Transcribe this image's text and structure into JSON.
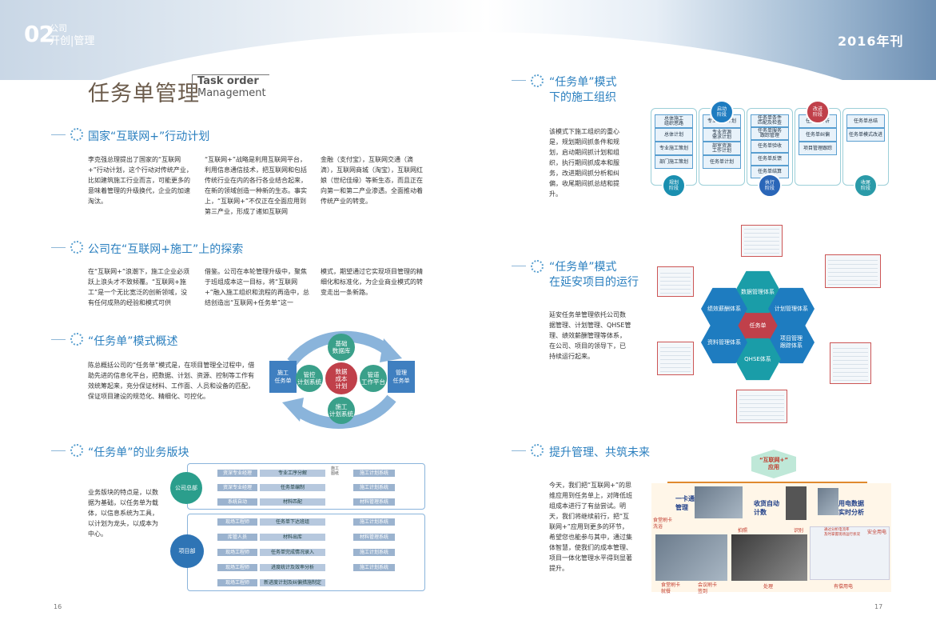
{
  "header": {
    "issue_num": "02",
    "company_line1": "公司",
    "company_line2": "开创|管理",
    "year": "2016年刊"
  },
  "title": {
    "cn": "任务单管理",
    "en_line1": "Task order",
    "en_line2": "Management"
  },
  "sections": {
    "s1": {
      "title": "国家“互联网+”行动计划",
      "col1": "李克强总理提出了国家的“互联网+”行动计划，这个行动对传统产业，比如建筑施工行业而言，可能更多的意味着管理的升级换代，企业的加速淘汰。",
      "col2": "“互联网+”战略是利用互联网平台，利用信息通信技术，把互联网和包括传统行业在内的各行各业结合起来，在新的领域创造一种新的生态。事实上，“互联网+”不仅正在全面应用到第三产业，形成了诸如互联网",
      "col3": "金融（支付宝），互联网交通（滴滴），互联网商城（淘宝），互联网红娘（世纪佳缘）等新生态，而且正在向第一和第二产业渗透。全面推动着传统产业的转变。"
    },
    "s2": {
      "title": "公司在“互联网+施工”上的探索",
      "col1": "在“互联网+”浪潮下，施工企业必须跃上浪头才不致倾覆。“互联网+施工”是一个无比宽泛的创新领域，没有任何成熟的经验和模式可供",
      "col2": "借鉴。公司在本轮管理升级中，聚焦于班组成本这一目标，将“互联网+”融入施工组织和流程的再造中，总结创造出“互联网+任务单”这一",
      "col3": "模式，期望通过它实现项目管理的精细化和标准化，为企业商业模式的转变走出一条新路。"
    },
    "s3": {
      "title": "“任务单”模式概述",
      "text": "陈总概括公司的“任务单”模式是，在项目管理全过程中，借助先进的信息化平台，把数据、计划、资源、控制等工作有效统筹起来，充分保证材料、工作面、人员和设备的匹配，保证项目建设的规范化、精细化、可控化。"
    },
    "s4": {
      "title": "“任务单”的业务版块",
      "text": "业务版块的特点是，以数据为基础，以任务单为载体，以信息系统为工具，以计划为龙头，以成本为中心。"
    },
    "s5": {
      "title_line1": "“任务单”模式",
      "title_line2": "下的施工组织",
      "text": "该模式下施工组织的重心是，规划期间抓条件和规划，启动期间抓计划和组织，执行期间抓成本和服务，改进期间抓分析和纠偏，收尾期间抓总结和提升。"
    },
    "s6": {
      "title_line1": "“任务单”模式",
      "title_line2": "在延安项目的运行",
      "text": "延安任务单管理依托公司数据管理、计划管理、QHSE管理、绩效薪酬管理等体系，在公司、项目的领导下，已持续运行起来。"
    },
    "s7": {
      "title": "提升管理、共筑未来",
      "text": "今天，我们把“互联网+”的思维应用到任务单上，对降低班组成本进行了有益尝试。明天，我们将继续前行，把“互联网+”应用到更多的环节，希望您也能参与其中，通过集体智慧，使我们的成本管理、项目一体化管理水平得到显著提升。"
    }
  },
  "cycle_diagram": {
    "left": "施工\n任务单",
    "right": "管理\n任务单",
    "top": "基础\n数据库",
    "bottom": "施工\n计划系统",
    "leftin": "管控\n计划系统",
    "rightin": "管道\n工作平台",
    "center": {
      "a": "数据",
      "b": "成本",
      "c": "计划"
    }
  },
  "business_diagram": {
    "hq": "公司总部",
    "proj": "项目部",
    "hq_rows": [
      [
        "资深专业经理",
        "专业工序分解",
        "施工计划系统"
      ],
      [
        "资深专业经理",
        "任务单编制",
        "施工计划系统"
      ],
      [
        "系统自动",
        "材料匹配",
        "材料管理系统"
      ]
    ],
    "proj_rows": [
      [
        "现场工程师",
        "任务单下达班组",
        "施工计划系统"
      ],
      [
        "库管人员",
        "材料出库",
        "材料管理系统"
      ],
      [
        "现场工程师",
        "任务单完成情况录入",
        "施工计划系统"
      ],
      [
        "现场工程师",
        "进度统计及效率分析",
        "施工计划系统"
      ],
      [
        "现场工程师",
        "新进度计划及纠偏措施制定",
        ""
      ]
    ],
    "hq_note": "施工\n图纸"
  },
  "phase_diagram": {
    "phases": [
      "规划\n阶段",
      "启动\n阶段",
      "执行\n阶段",
      "改进\n阶段",
      "收尾\n阶段"
    ],
    "col1": [
      "总体施工\n组织思路",
      "总体计划",
      "专业施工策划",
      "部门施工策划"
    ],
    "col2": [
      "专业进度计划",
      "专业资源\n需求计划",
      "部室资源\n工作计划",
      "任务单计划"
    ],
    "col3": [
      "任务单条件\n匹配及检查",
      "任务单服务\n跟踪管理",
      "任务单验收",
      "任务单反馈",
      "任务单结算"
    ],
    "col4": [
      "任务单分析",
      "任务单纠偏",
      "项目管理跟踪"
    ],
    "col5": [
      "任务单总结",
      "任务单模式改进"
    ]
  },
  "hex_diagram": {
    "center": "任务单",
    "items": [
      "数据管理体系",
      "计划管理体系",
      "项目管理\n跟踪体系",
      "QHSE体系",
      "资料管理体系",
      "绩效薪酬体系"
    ]
  },
  "future_diagram": {
    "top": "“互联网+”\n应用",
    "cats": [
      "一卡通\n管理",
      "收货自动\n计数",
      "用电数据\n实时分析"
    ],
    "labels": [
      "食堂刷卡\n洗浴",
      "拍照",
      "识别",
      "安全用电",
      "食堂刷卡\n就餐",
      "会议刷卡\n签到",
      "处理",
      "有偿用电"
    ],
    "panel_text": "通过分析电流率\n及时掌握现场运行状况"
  },
  "page_numbers": {
    "left": "16",
    "right": "17"
  }
}
